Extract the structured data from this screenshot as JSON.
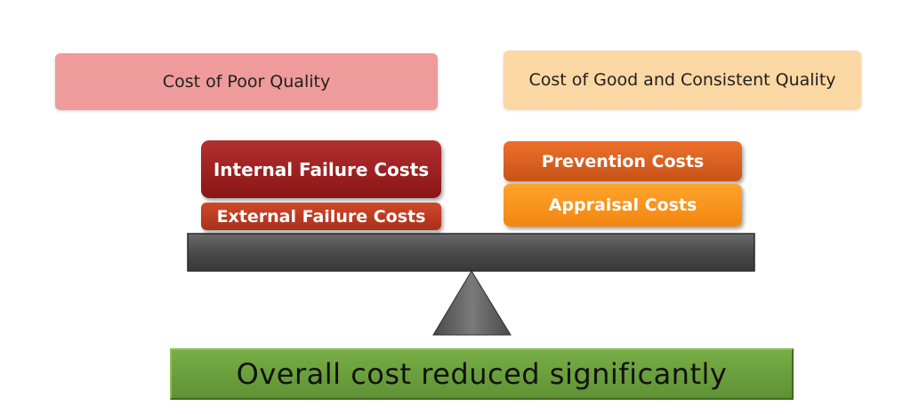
{
  "diagram": {
    "poor_quality_label": "Cost of Poor Quality",
    "good_quality_label": "Cost of Good and Consistent Quality",
    "internal_failure_label": "Internal Failure Costs",
    "external_failure_label": "External Failure Costs",
    "prevention_label": "Prevention Costs",
    "appraisal_label": "Appraisal Costs",
    "result_label": "Overall cost reduced significantly"
  },
  "colors": {
    "poor_quality_header": "#ef9b9b",
    "good_quality_header": "#fbd7a3",
    "internal_failure": "#9e2020",
    "external_failure": "#c03c22",
    "prevention": "#e0621f",
    "appraisal": "#fb961e",
    "beam": "#4d4d4d",
    "fulcrum": "#5c5c5c",
    "result": "#6fa13e"
  }
}
